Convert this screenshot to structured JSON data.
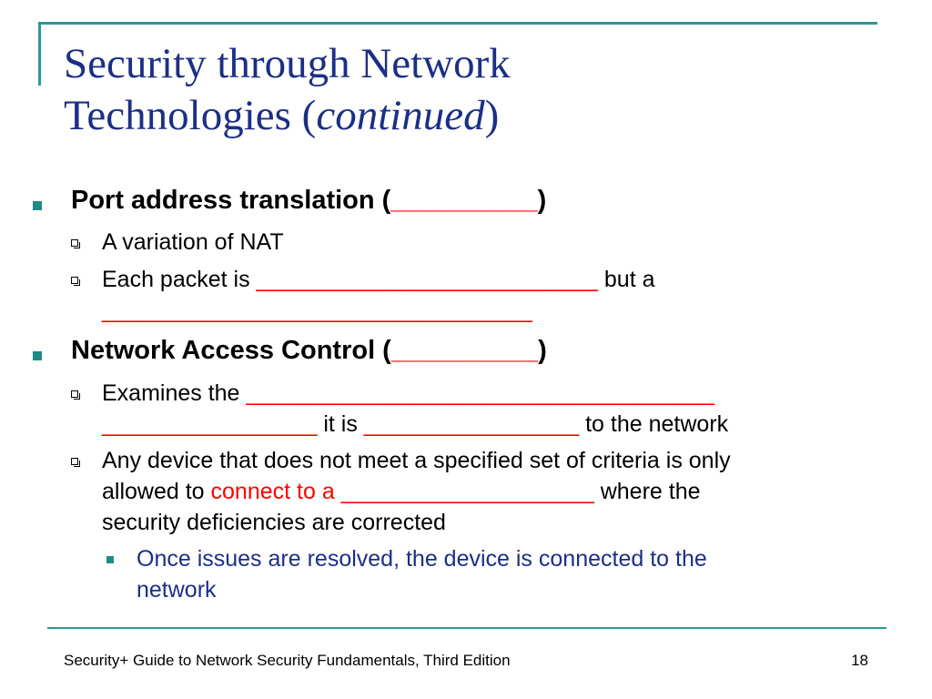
{
  "slide": {
    "title_line1": "Security through Network",
    "title_line2_prefix": "Technologies (",
    "title_line2_italic": "continued",
    "title_line2_suffix": ")"
  },
  "bullets": {
    "pat": {
      "prefix": "Port address translation (",
      "blank": "__________",
      "suffix": ")",
      "sub1": "A variation of NAT",
      "sub2_text1": "Each packet is ",
      "sub2_blank1": "___________________________",
      "sub2_text2": " but a",
      "sub2_blank2": "__________________________________"
    },
    "nac": {
      "prefix": "Network Access Control (",
      "blank": "__________",
      "suffix": ")",
      "sub1_text1": "Examines the ",
      "sub1_blank1": "_____________________________________",
      "sub1_blank2": "_________________",
      "sub1_text2": " it is ",
      "sub1_blank3": "_________________",
      "sub1_text3": " to the network",
      "sub2_line1": "Any device that does not meet a specified set of criteria is only",
      "sub2_text1": "allowed to ",
      "sub2_red": "connect to a ",
      "sub2_blank": "____________________",
      "sub2_text2": " where the",
      "sub2_line3": "security deficiencies are corrected",
      "sub3_line1": "Once issues are resolved, the device is connected to the",
      "sub3_line2": "network"
    }
  },
  "footer": {
    "text": "Security+ Guide to Network Security Fundamentals, Third Edition",
    "page": "18"
  },
  "colors": {
    "title": "#1c2f86",
    "accent": "#2a9a96",
    "blank_red": "#ff0000"
  }
}
